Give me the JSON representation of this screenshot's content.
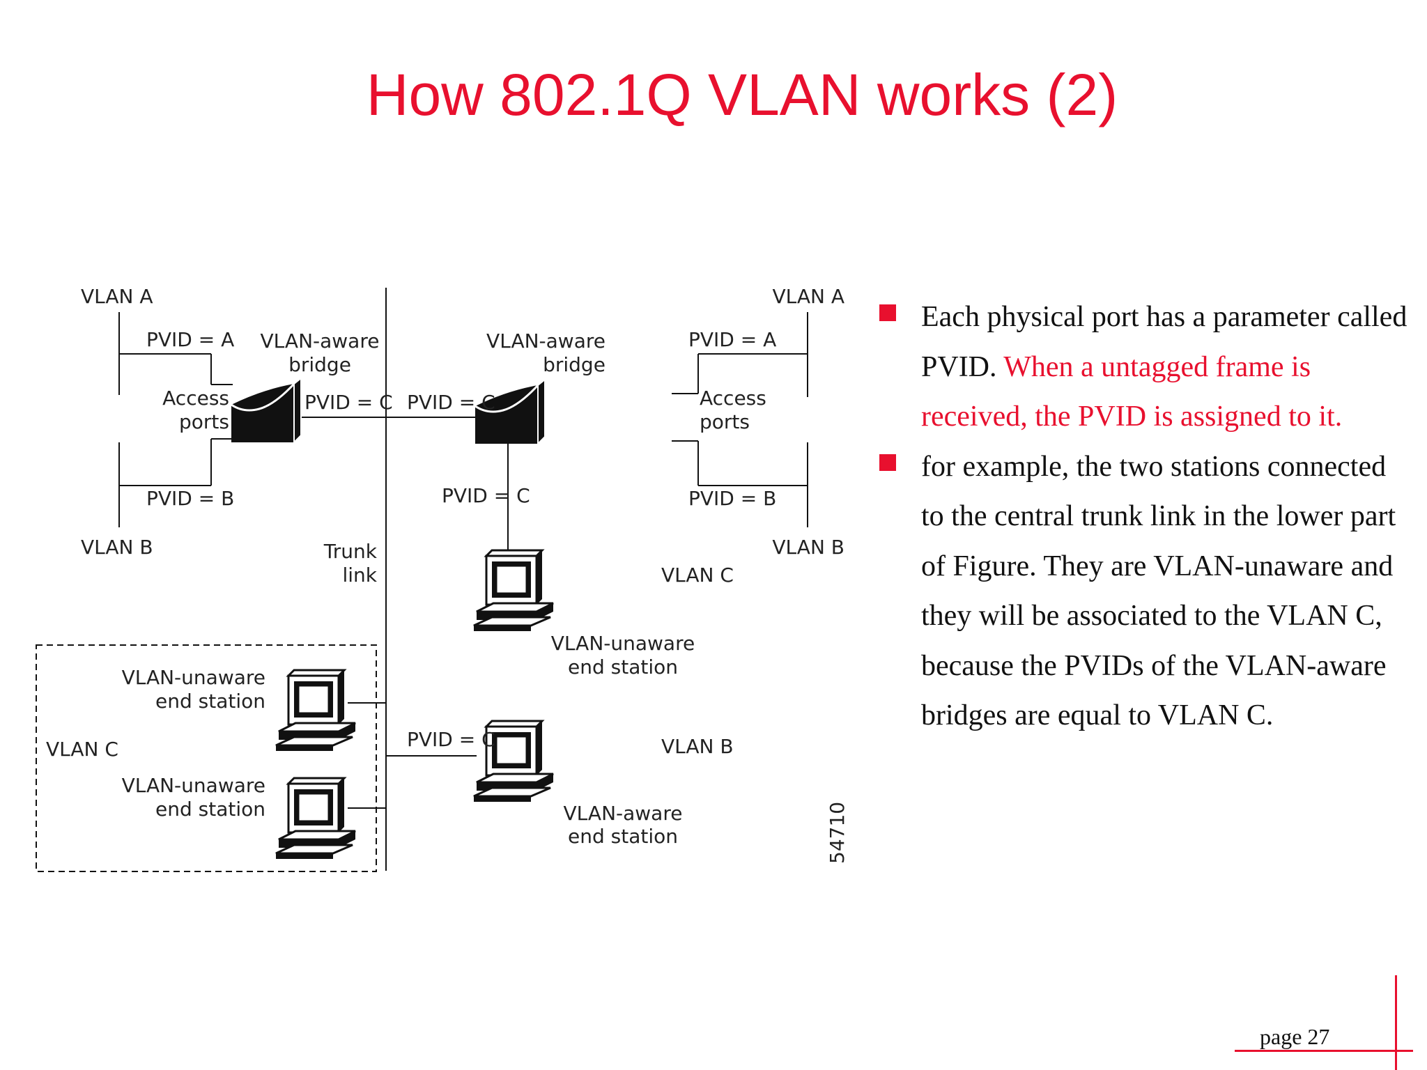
{
  "title": "How 802.1Q VLAN works (2)",
  "diagram": {
    "left_vlan_a": "VLAN A",
    "left_pvid_a": "PVID = A",
    "left_bridge_l1": "VLAN-aware",
    "left_bridge_l2": "bridge",
    "left_access_l1": "Access",
    "left_access_l2": "ports",
    "left_pvid_c": "PVID = C",
    "left_pvid_b": "PVID = B",
    "left_vlan_b": "VLAN B",
    "trunk_l1": "Trunk",
    "trunk_l2": "link",
    "right_vlan_a": "VLAN A",
    "right_bridge_l1": "VLAN-aware",
    "right_bridge_l2": "bridge",
    "right_pvid_a": "PVID = A",
    "right_pvid_c_left": "PVID = C",
    "right_access_l1": "Access",
    "right_access_l2": "ports",
    "right_pvid_c_down": "PVID = C",
    "right_pvid_b": "PVID = B",
    "right_vlan_b": "VLAN B",
    "station_c_label": "VLAN C",
    "station_c_l1": "VLAN-unaware",
    "station_c_l2": "end station",
    "group_vlan_c": "VLAN C",
    "unaware1_l1": "VLAN-unaware",
    "unaware1_l2": "end station",
    "unaware2_l1": "VLAN-unaware",
    "unaware2_l2": "end station",
    "bottom_pvid_c": "PVID = C",
    "station_b_label": "VLAN B",
    "aware_l1": "VLAN-aware",
    "aware_l2": "end station",
    "figure_id": "54710"
  },
  "bullets": [
    {
      "text": "Each physical port has a parameter called PVID. ",
      "highlight": "When a untagged frame is received, the PVID is assigned to it."
    },
    {
      "text": "for example, the two stations connected to the central trunk link in the lower part of Figure. They are VLAN-unaware and they will be associated to the VLAN C, because the PVIDs of the VLAN-aware bridges are equal to VLAN C.",
      "highlight": ""
    }
  ],
  "page_label": "page 27",
  "colors": {
    "accent": "#e8102e",
    "text": "#111111"
  }
}
